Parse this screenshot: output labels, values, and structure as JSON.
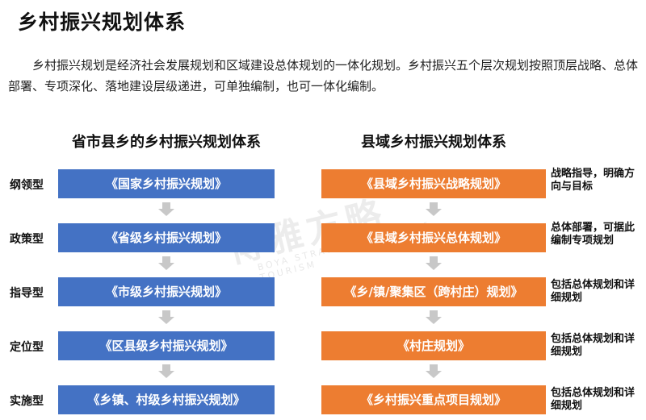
{
  "title": "乡村振兴规划体系",
  "intro": "乡村振兴规划是经济社会发展规划和区域建设总体规划的一体化规划。乡村振兴五个层次规划按照顶层战略、总体部署、专项深化、落地建设层级递进，可单独编制，也可一体化编制。",
  "left_column": {
    "heading": "省市县乡的乡村振兴规划体系",
    "boxes": [
      "《国家乡村振兴规划》",
      "《省级乡村振兴规划》",
      "《市级乡村振兴规划》",
      "《区县级乡村振兴规划》",
      "《乡镇、村级乡村振兴规划》"
    ]
  },
  "right_column": {
    "heading": "县域乡村振兴规划体系",
    "boxes": [
      "《县域乡村振兴战略规划》",
      "《县域乡村振兴总体规划》",
      "《乡/镇/聚集区（跨村庄）规划》",
      "《村庄规划》",
      "《乡村振兴重点项目规划》"
    ]
  },
  "levels": [
    "纲领型",
    "政策型",
    "指导型",
    "定位型",
    "实施型"
  ],
  "notes": [
    "战略指导，明确方向与目标",
    "总体部署，可据此编制专项规划",
    "包括总体规划和详细规划",
    "包括总体规划和详细规划",
    "包括总体规划和详细规划"
  ],
  "watermark": {
    "main": "博雅方略",
    "sub": "BOYA STRATEGY CULTURE & TOURISM"
  },
  "colors": {
    "left_box": "#4472c4",
    "right_box": "#ed7d31",
    "arrow": "#c8c8c8"
  }
}
